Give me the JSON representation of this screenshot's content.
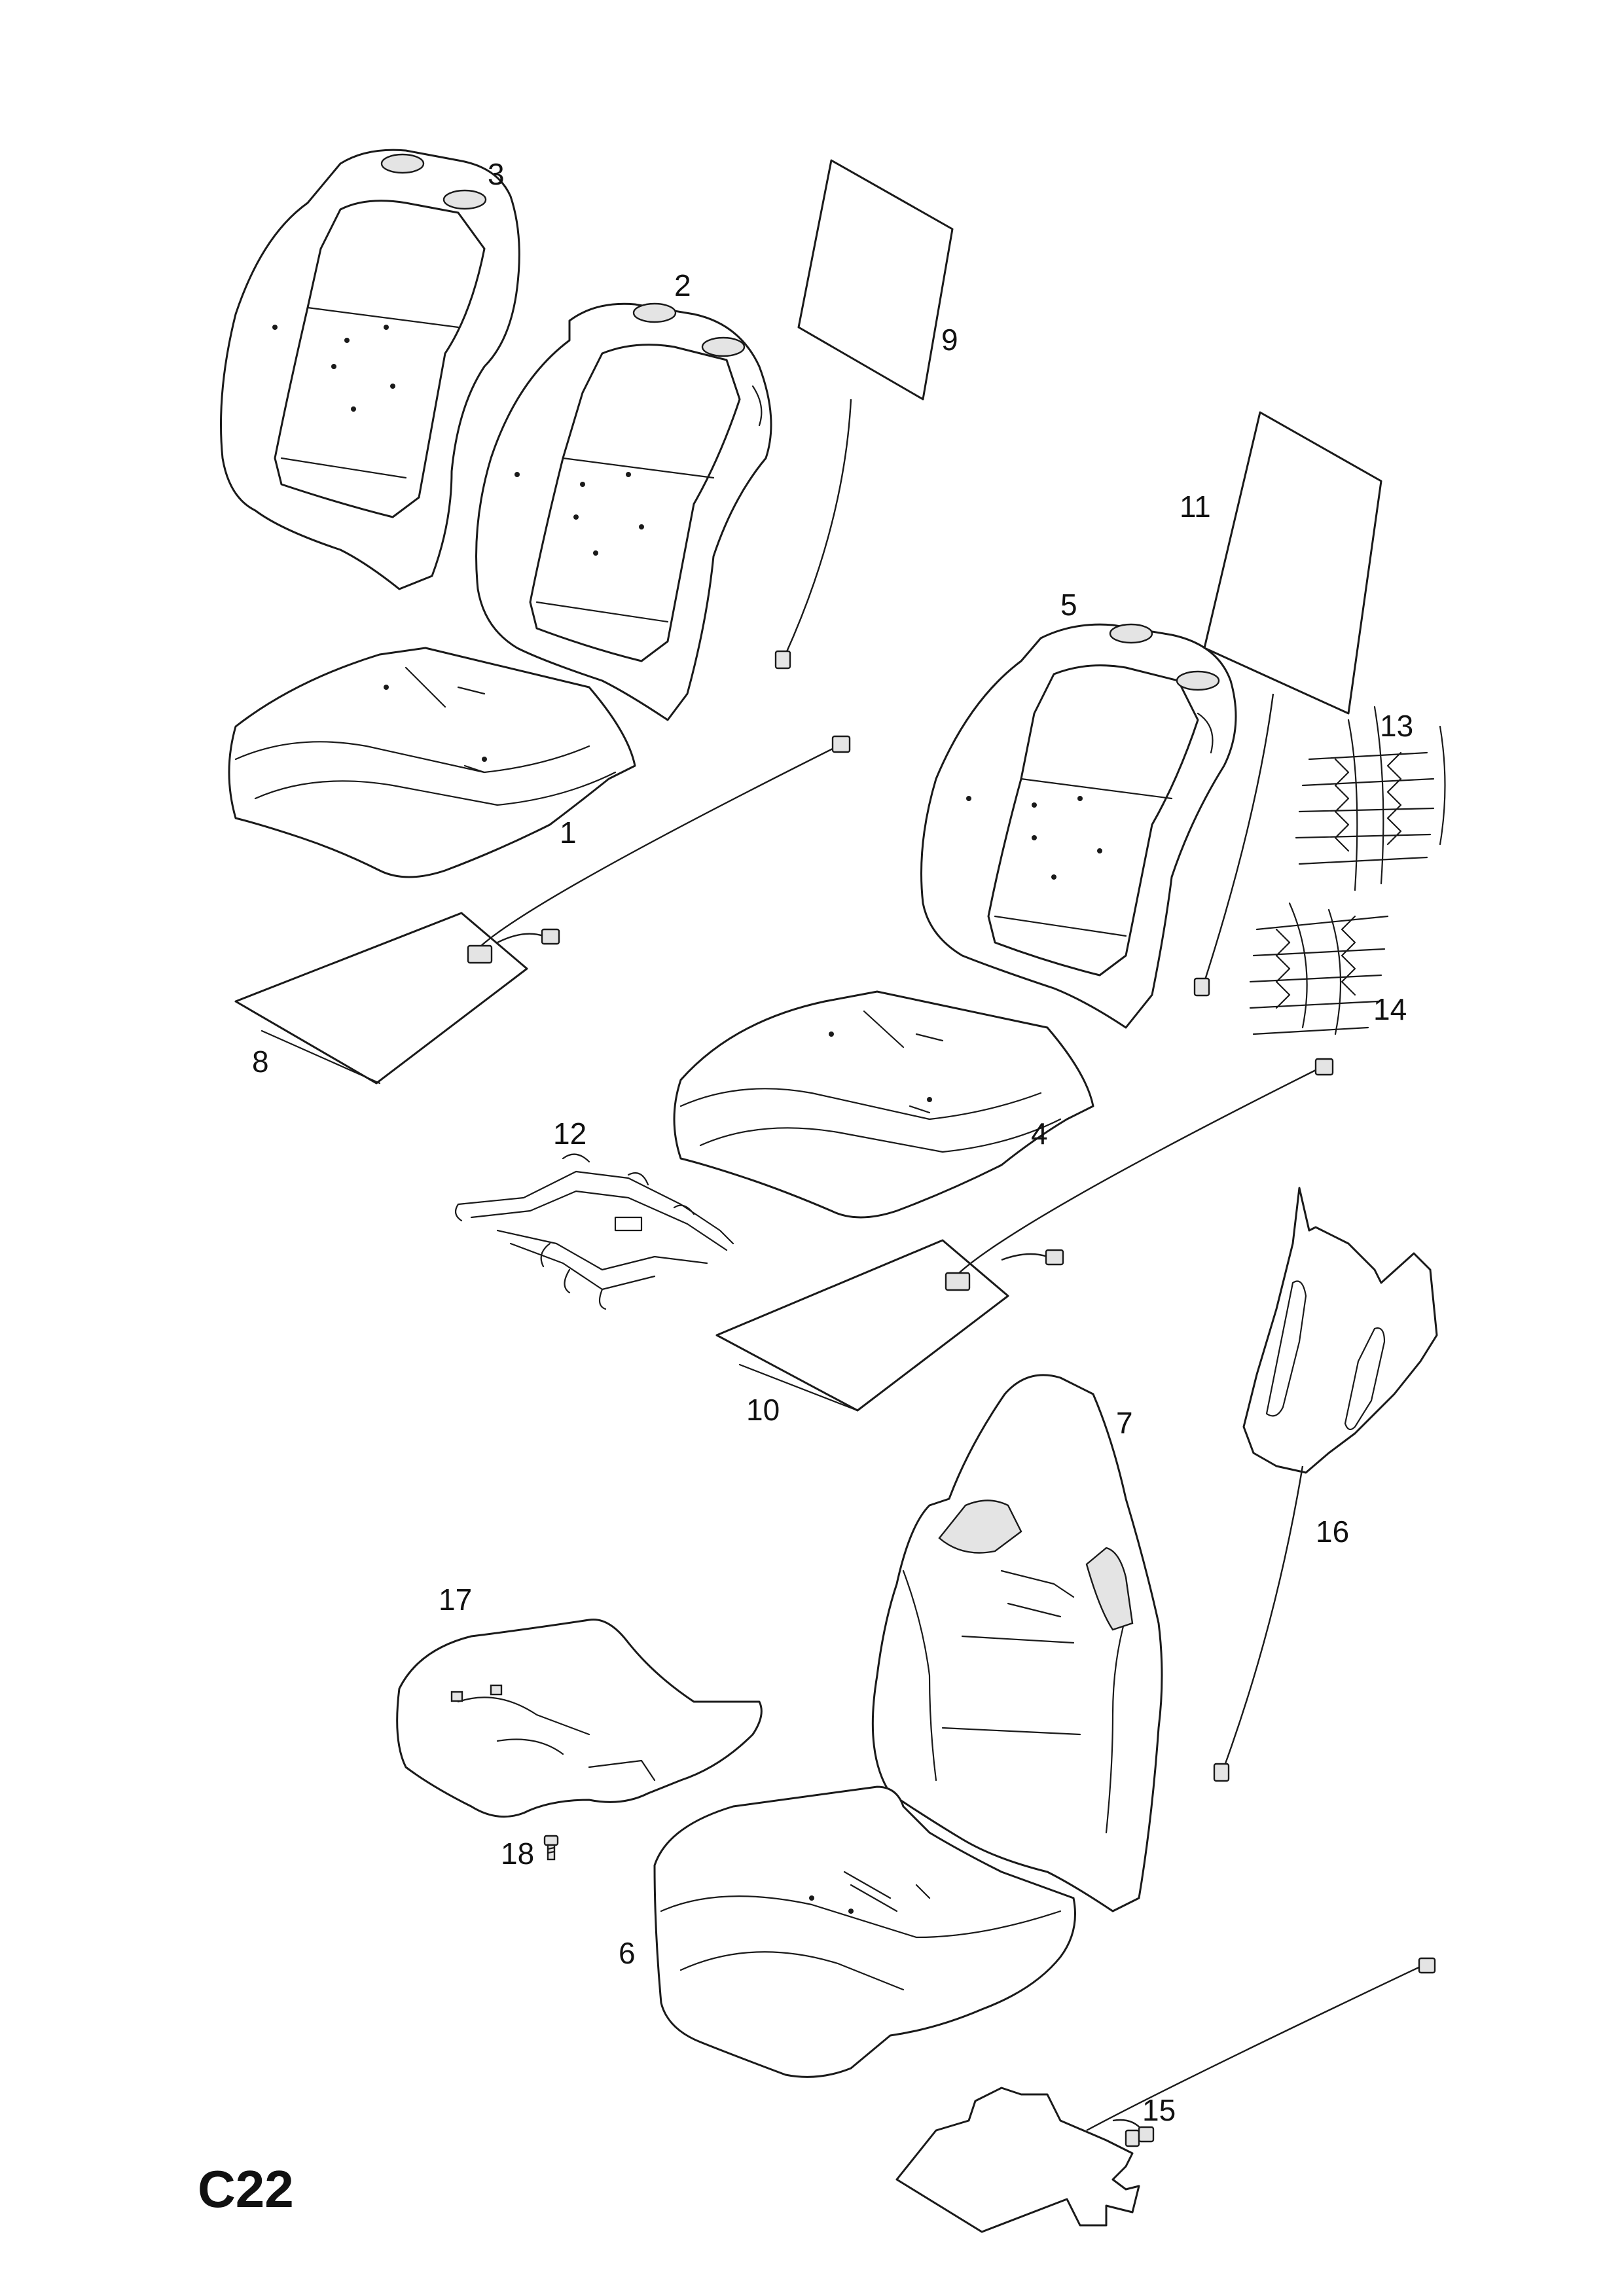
{
  "page": {
    "code": "C22"
  },
  "callouts": {
    "c1": "1",
    "c2": "2",
    "c3": "3",
    "c4": "4",
    "c5": "5",
    "c6": "6",
    "c7": "7",
    "c8": "8",
    "c9": "9",
    "c10": "10",
    "c11": "11",
    "c12": "12",
    "c13": "13",
    "c14": "14",
    "c15": "15",
    "c16": "16",
    "c17": "17",
    "c18": "18"
  }
}
